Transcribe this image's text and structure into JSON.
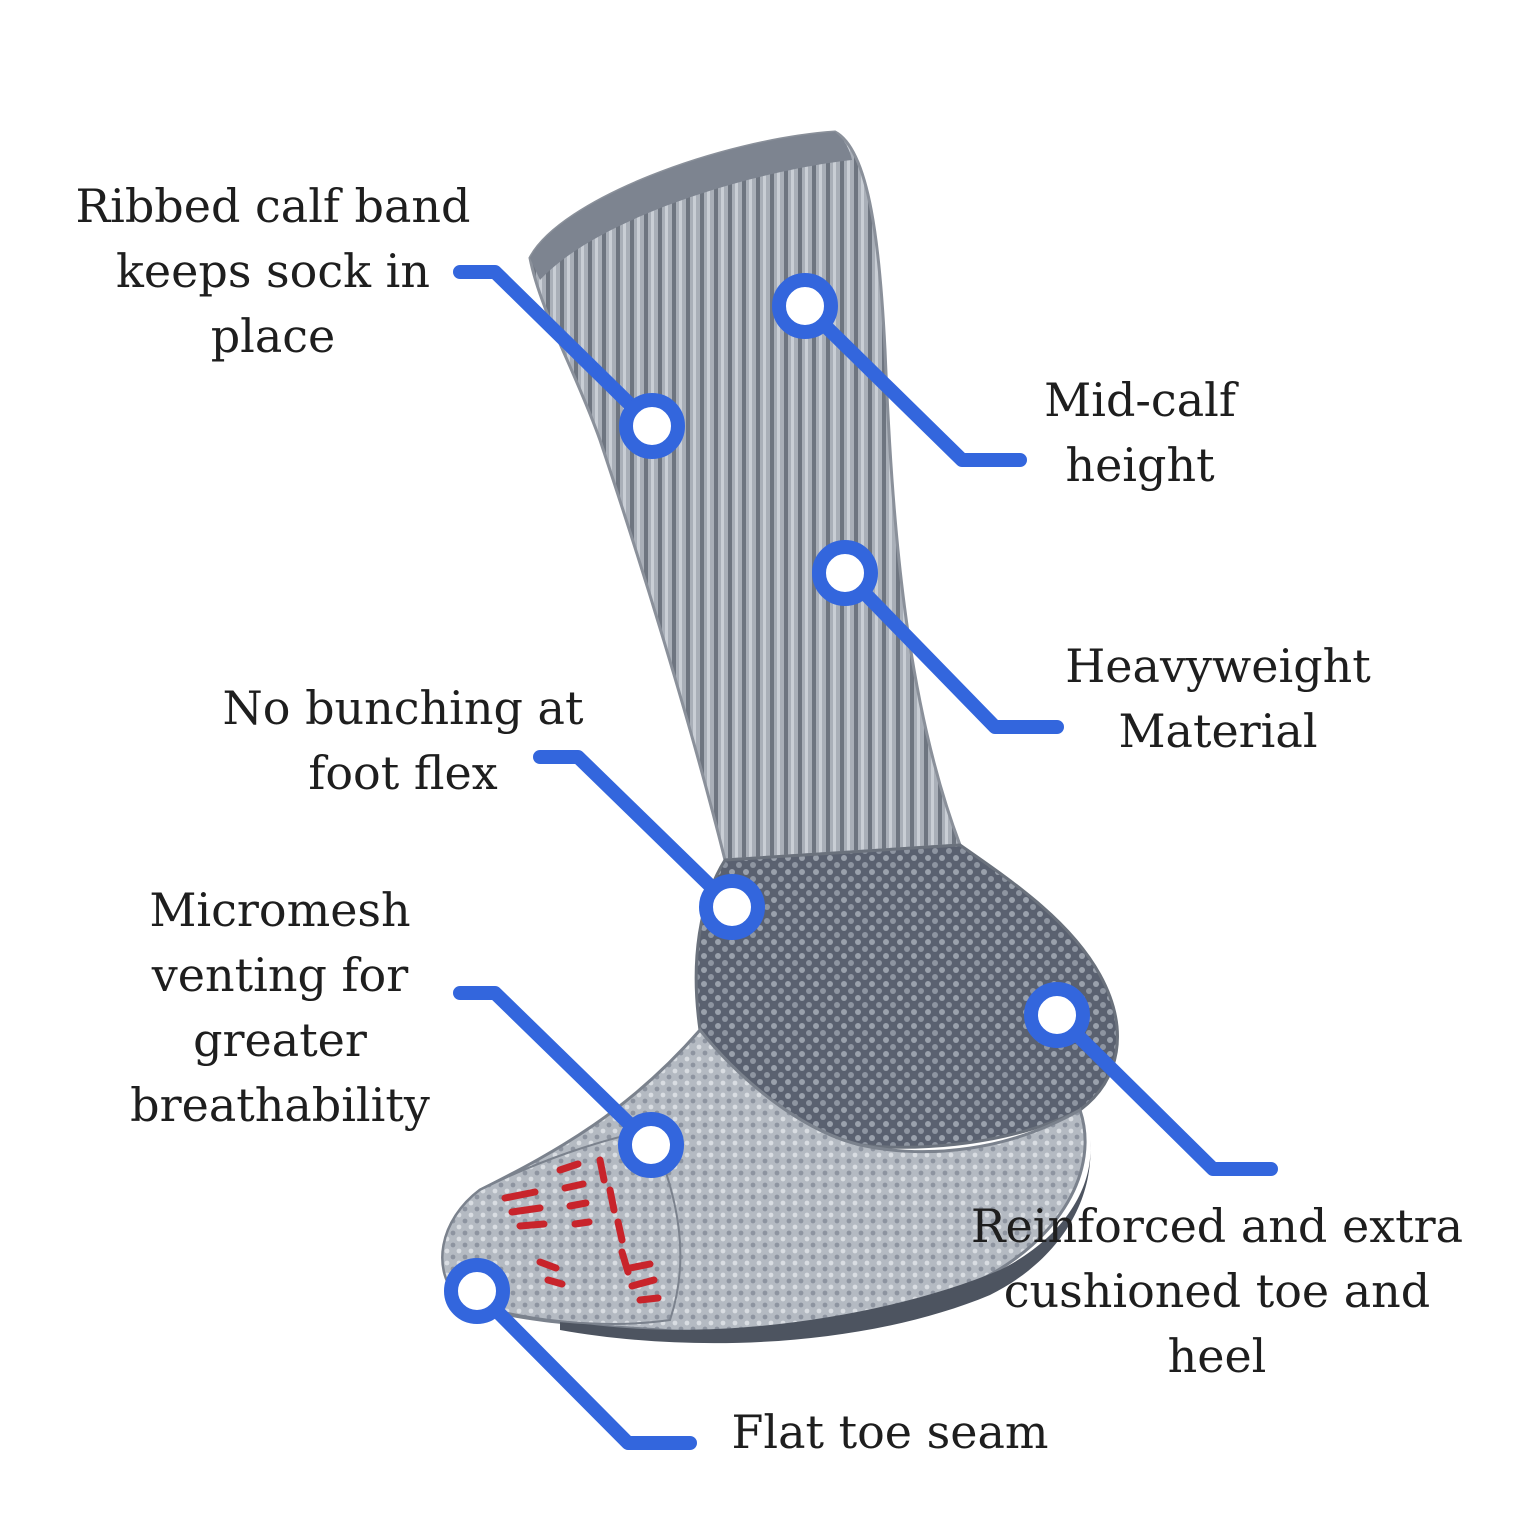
{
  "theme": {
    "accent": "#3366dd",
    "sock_base": "#9ba2ad",
    "sock_dark": "#3f4652",
    "toe_print": "#c8242b",
    "text": "#1e1e1e",
    "background": "#ffffff"
  },
  "callouts": [
    {
      "id": "ribbed-calf-band",
      "lines": [
        "Ribbed calf band",
        "keeps sock in",
        "place"
      ]
    },
    {
      "id": "mid-calf-height",
      "lines": [
        "Mid-calf",
        "height"
      ]
    },
    {
      "id": "heavyweight-material",
      "lines": [
        "Heavyweight",
        "Material"
      ]
    },
    {
      "id": "no-bunching",
      "lines": [
        "No bunching at",
        "foot flex"
      ]
    },
    {
      "id": "micromesh-venting",
      "lines": [
        "Micromesh",
        "venting for",
        "greater",
        "breathability"
      ]
    },
    {
      "id": "reinforced-toe-heel",
      "lines": [
        "Reinforced and extra",
        "cushioned toe and",
        "heel"
      ]
    },
    {
      "id": "flat-toe-seam",
      "lines": [
        "Flat toe seam"
      ]
    }
  ]
}
